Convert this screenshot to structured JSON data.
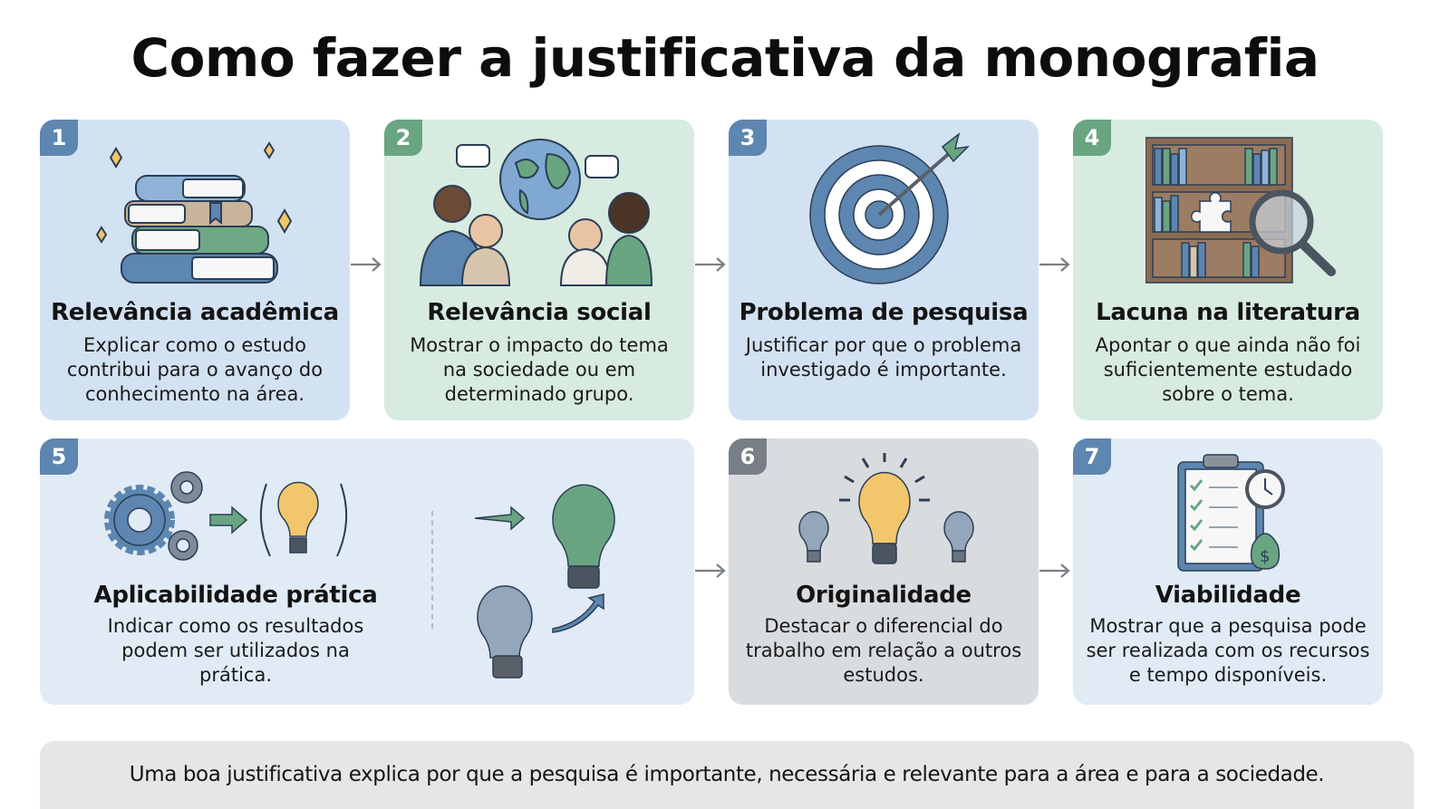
{
  "title": "Como fazer a justificativa da monografia",
  "cards": [
    {
      "number": "1",
      "title": "Relevância acadêmica",
      "description": "Explicar como o estudo contribui para o avanço do conhecimento na área.",
      "icon": "books-stack-icon"
    },
    {
      "number": "2",
      "title": "Relevância social",
      "description": "Mostrar o impacto do tema na sociedade ou em determinado grupo.",
      "icon": "people-globe-icon"
    },
    {
      "number": "3",
      "title": "Problema de pesquisa",
      "description": "Justificar por que o problema investigado é importante.",
      "icon": "target-arrow-icon"
    },
    {
      "number": "4",
      "title": "Lacuna na literatura",
      "description": "Apontar o que ainda não foi suficientemente estudado sobre o tema.",
      "icon": "bookshelf-magnifier-icon"
    },
    {
      "number": "5",
      "title": "Aplicabilidade prática",
      "description": "Indicar como os resultados podem ser utilizados na prática.",
      "icon": "gears-lightbulb-icon"
    },
    {
      "number": "6",
      "title": "Originalidade",
      "description": "Destacar o diferencial do trabalho em relação a outros estudos.",
      "icon": "lightbulbs-icon"
    },
    {
      "number": "7",
      "title": "Viabilidade",
      "description": "Mostrar que a pesquisa pode ser realizada com os recursos e tempo disponíveis.",
      "icon": "clipboard-clock-money-icon"
    }
  ],
  "footer": "Uma boa justificativa explica por que a pesquisa é importante, necessária e relevante para a área e para a sociedade.",
  "colors": {
    "card_blue": "#d3e2f2",
    "card_green": "#d8ebe0",
    "card_gray": "#d9dcdf",
    "badge_blue": "#5d86b0",
    "badge_green": "#6aa582",
    "badge_gray": "#787f86"
  }
}
